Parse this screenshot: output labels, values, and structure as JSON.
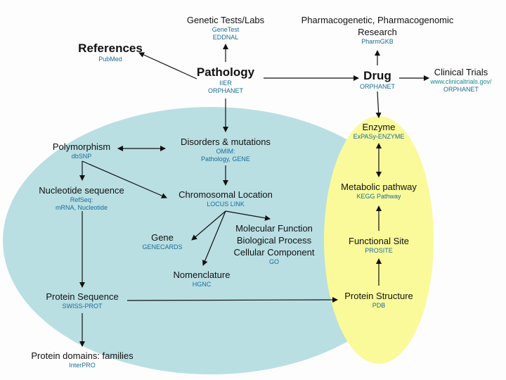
{
  "colors": {
    "disease_region": "#b9dfe3",
    "drug_region": "#fafa9a",
    "source_text": "#1a6b96",
    "link_text": "#1a8a8a"
  },
  "nodes": {
    "genetic_tests": {
      "title": "Genetic Tests/Labs",
      "sources": [
        "GeneTest",
        "EDDNAL"
      ]
    },
    "pharmaco": {
      "title": "Pharmacogenetic, Pharmacogenomic",
      "title2": "Research",
      "sources": [
        "PharmGKB"
      ]
    },
    "references": {
      "title": "References",
      "sources": [
        "PubMed"
      ]
    },
    "pathology": {
      "title": "Pathology",
      "sources": [
        "IIER",
        "ORPHANET"
      ]
    },
    "drug": {
      "title": "Drug",
      "sources": [
        "ORPHANET"
      ]
    },
    "clinical_trials": {
      "title": "Clinical Trials",
      "sources": [
        "www.clinicaltrials.gov/",
        "ORPHANET"
      ]
    },
    "polymorphism": {
      "title": "Polymorphism",
      "sources": [
        "dbSNP"
      ]
    },
    "disorders": {
      "title": "Disorders & mutations",
      "sources": [
        "OMIM:",
        "Pathology, GENE"
      ]
    },
    "nucleotide": {
      "title": "Nucleotide sequence",
      "sources": [
        "RefSeq:",
        "mRNA, Nucleotide"
      ]
    },
    "chromosomal": {
      "title": "Chromosomal Location",
      "sources": [
        "LOCUS LINK"
      ]
    },
    "gene": {
      "title": "Gene",
      "sources": [
        "GENECARDS"
      ]
    },
    "go": {
      "lines": [
        "Molecular Function",
        "Biological Process",
        "Cellular Component"
      ],
      "sources": [
        "GO"
      ]
    },
    "nomenclature": {
      "title": "Nomenclature",
      "sources": [
        "HGNC"
      ]
    },
    "protein_sequence": {
      "title": "Protein Sequence",
      "sources": [
        "SWISS-PROT"
      ]
    },
    "protein_domains": {
      "title": "Protein domains: families",
      "sources": [
        "InterPRO"
      ]
    },
    "enzyme": {
      "title": "Enzyme",
      "sources": [
        "ExPASy-ENZYME"
      ]
    },
    "metabolic": {
      "title": "Metabolic pathway",
      "sources": [
        "KEGG Pathway"
      ]
    },
    "functional_site": {
      "title": "Functional Site",
      "sources": [
        "PROSITE"
      ]
    },
    "protein_structure": {
      "title": "Protein Structure",
      "sources": [
        "PDB"
      ]
    }
  },
  "edges": [
    {
      "from": "pathology",
      "to": "genetic_tests"
    },
    {
      "from": "pathology",
      "to": "references"
    },
    {
      "from": "pathology",
      "to": "drug"
    },
    {
      "from": "pathology",
      "to": "disorders"
    },
    {
      "from": "drug",
      "to": "pharmaco"
    },
    {
      "from": "drug",
      "to": "clinical_trials"
    },
    {
      "from": "drug",
      "to": "enzyme"
    },
    {
      "from": "polymorphism",
      "to": "disorders",
      "bidirectional": true
    },
    {
      "from": "polymorphism",
      "to": "nucleotide"
    },
    {
      "from": "polymorphism",
      "to": "chromosomal"
    },
    {
      "from": "disorders",
      "to": "chromosomal"
    },
    {
      "from": "chromosomal",
      "to": "gene"
    },
    {
      "from": "chromosomal",
      "to": "nomenclature"
    },
    {
      "from": "chromosomal",
      "to": "go"
    },
    {
      "from": "nucleotide",
      "to": "protein_sequence"
    },
    {
      "from": "protein_sequence",
      "to": "protein_domains"
    },
    {
      "from": "protein_sequence",
      "to": "protein_structure"
    },
    {
      "from": "enzyme",
      "to": "metabolic",
      "bidirectional": true
    },
    {
      "from": "functional_site",
      "to": "metabolic"
    },
    {
      "from": "protein_structure",
      "to": "functional_site"
    }
  ]
}
